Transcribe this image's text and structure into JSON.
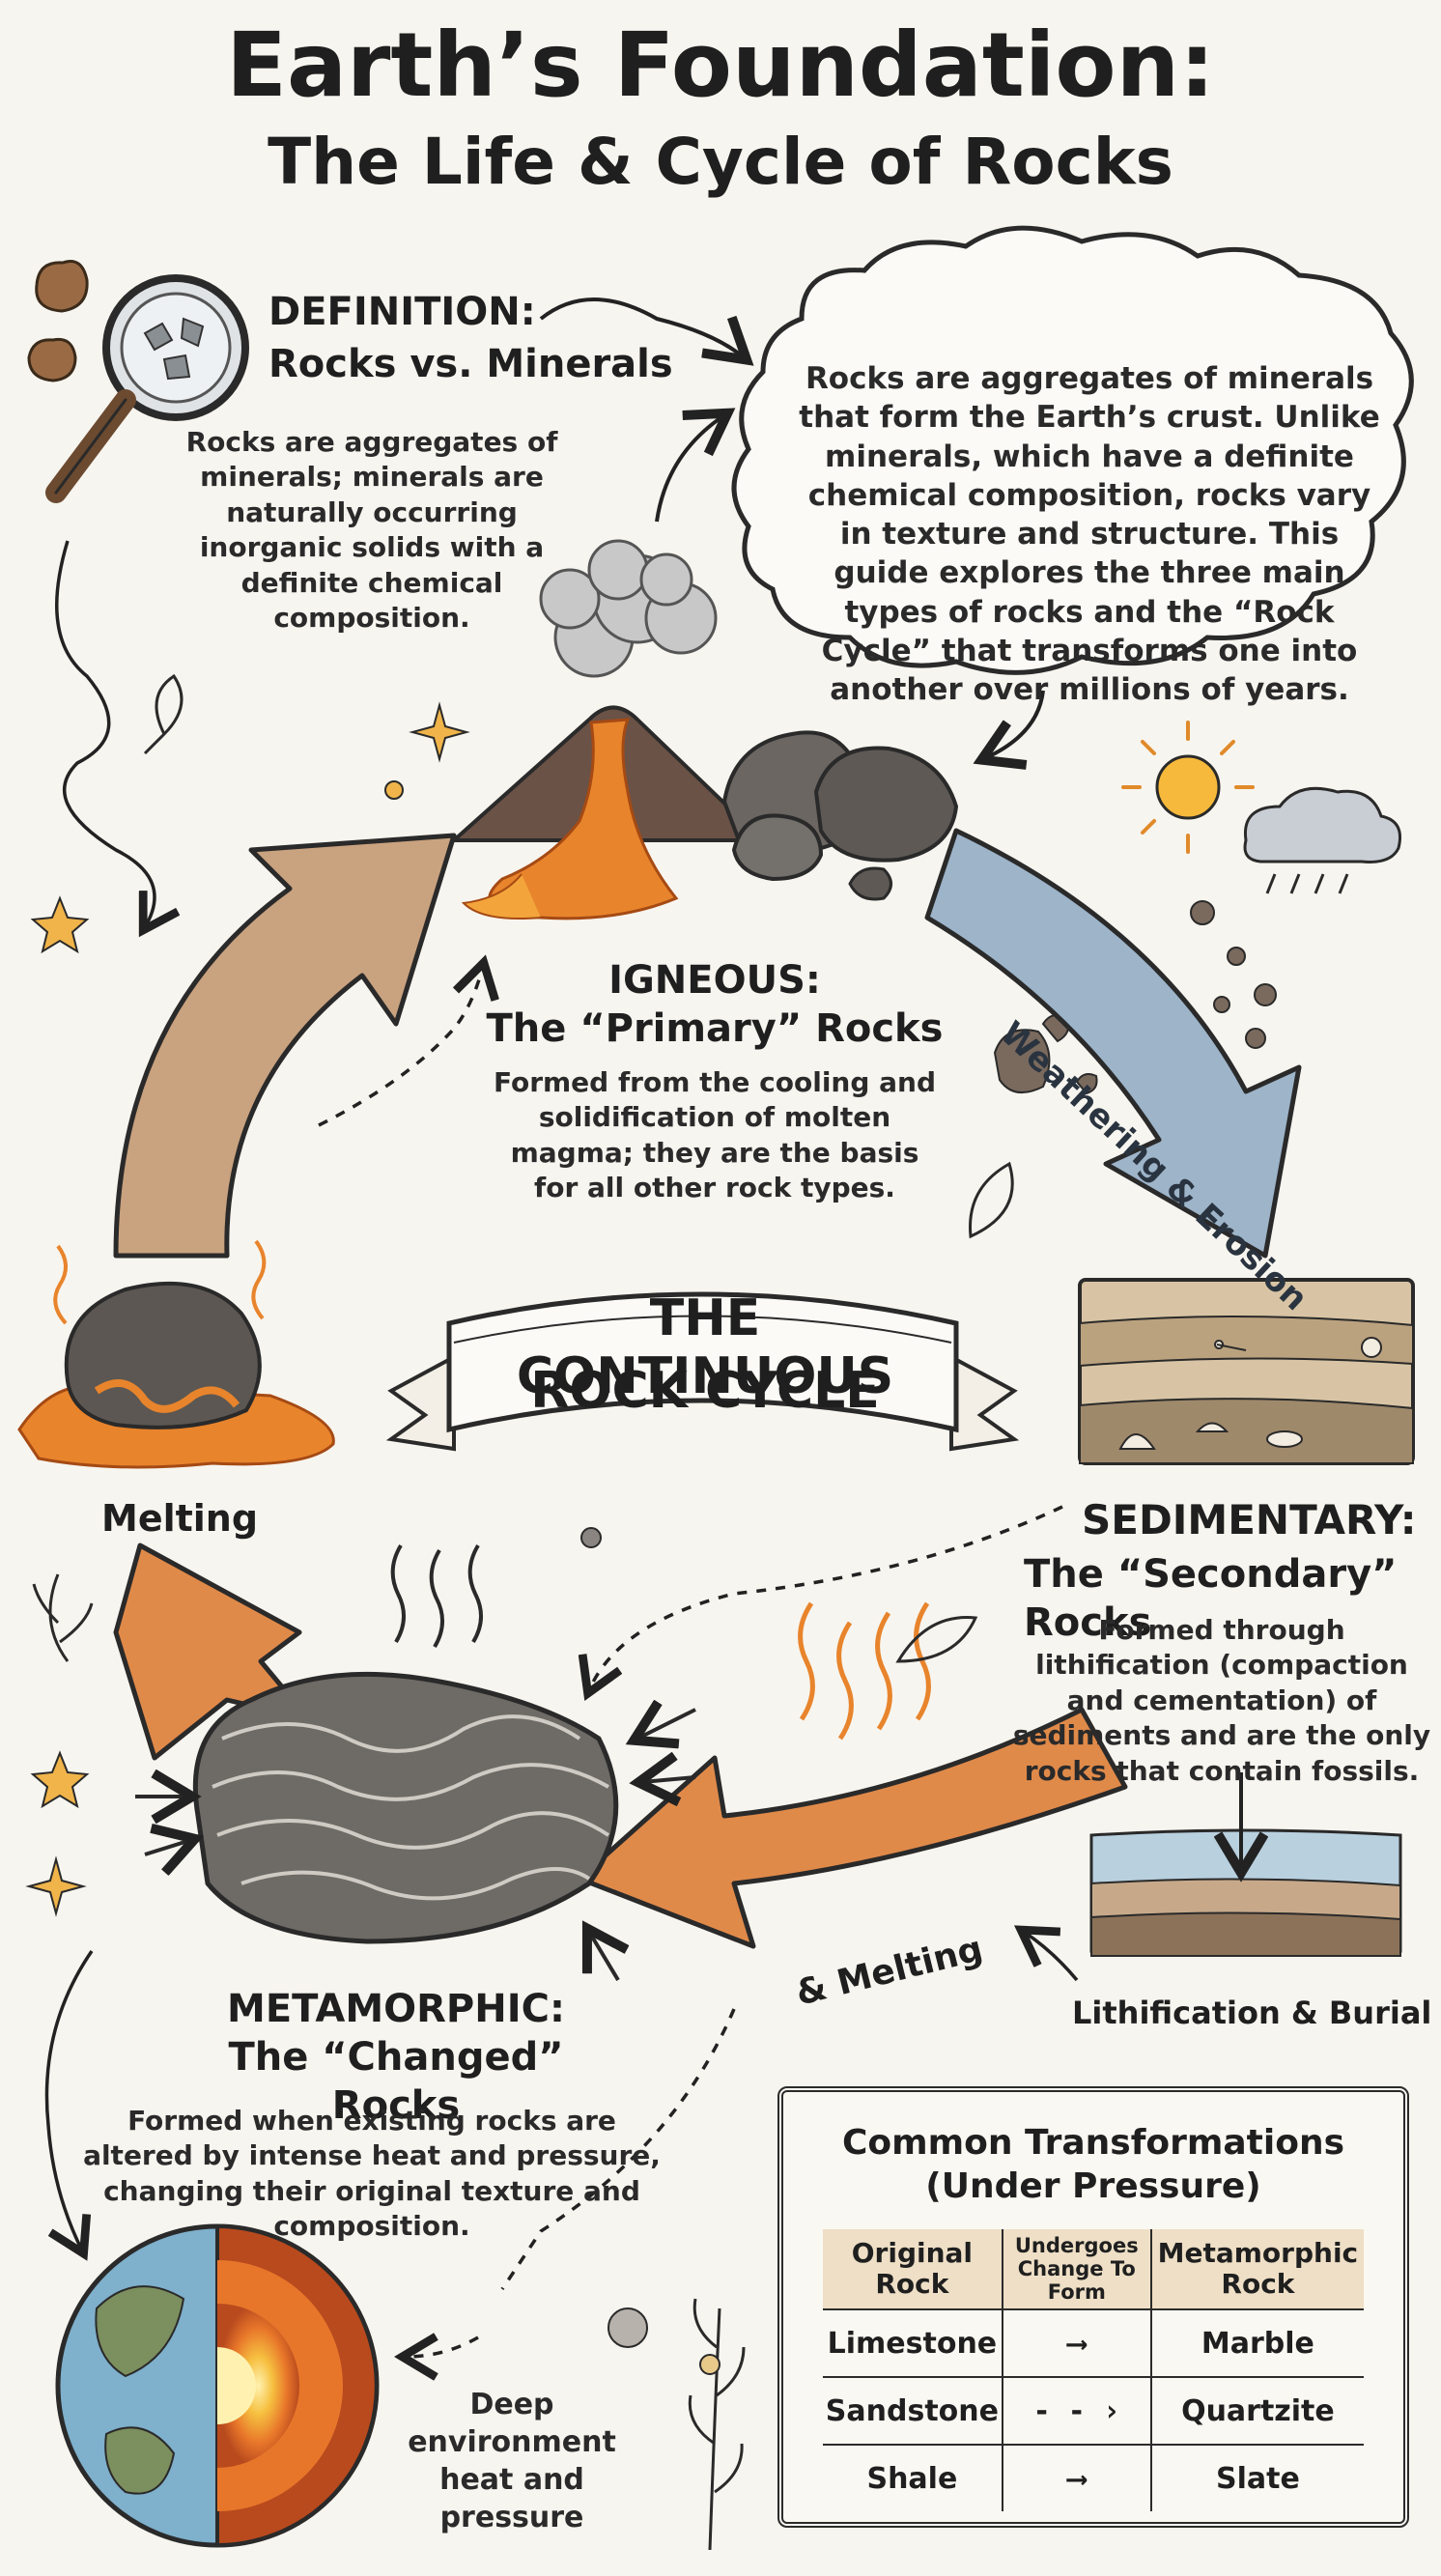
{
  "title": {
    "line1": "Earth’s Foundation:",
    "line2": "The Life & Cycle of Rocks"
  },
  "definition": {
    "heading": "DEFINITION:",
    "subheading": "Rocks vs. Minerals",
    "text": "Rocks are aggregates of minerals; minerals are naturally occurring inorganic solids with a definite chemical composition."
  },
  "intro_cloud": {
    "text": "Rocks are aggregates of minerals that form the Earth’s crust. Unlike minerals, which have a definite chemical composition, rocks vary in texture and structure. This guide explores the three main types of rocks and the “Rock Cycle” that transforms one into another over millions of years."
  },
  "igneous": {
    "heading": "IGNEOUS:",
    "subheading": "The “Primary” Rocks",
    "text": "Formed from the cooling and solidification of molten magma; they are the basis for all other rock types."
  },
  "banner": {
    "line1": "THE CONTINUOUS",
    "line2": "ROCK CYCLE"
  },
  "arrow_labels": {
    "weathering": "Weathering & Erosion",
    "melting_left": "Melting",
    "melting_bottom": "& Melting",
    "lithification": "Lithification & Burial",
    "deep": "Deep environment heat and pressure"
  },
  "sedimentary": {
    "heading": "SEDIMENTARY:",
    "subheading": "The “Secondary” Rocks",
    "text": "Formed through lithification (compaction and cementation) of sediments and are the only rocks that contain fossils."
  },
  "metamorphic": {
    "heading": "METAMORPHIC:",
    "subheading": "The “Changed” Rocks",
    "text": "Formed when existing rocks are altered by intense heat and pressure, changing their original texture and composition."
  },
  "transformations": {
    "title": "Common Transformations (Under Pressure)",
    "headers": [
      "Original Rock",
      "Undergoes Change To Form",
      "Metamorphic Rock"
    ],
    "rows": [
      {
        "original": "Limestone",
        "arrow": "⟶",
        "result": "Marble"
      },
      {
        "original": "Sandstone",
        "arrow": "- - ›",
        "result": "Quartzite"
      },
      {
        "original": "Shale",
        "arrow": "⟶",
        "result": "Slate"
      }
    ]
  },
  "colors": {
    "igneous_arrow": "#c9a27f",
    "weathering_arrow": "#9db4c9",
    "melting_arrow": "#e08a4a",
    "lava": "#e8842c",
    "rock": "#6b6662"
  }
}
